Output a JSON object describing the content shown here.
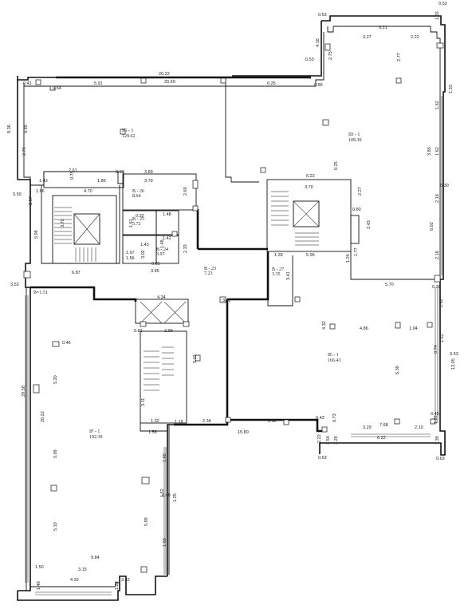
{
  "rooms": {
    "ig": {
      "code": "IG - 1",
      "area": "129.62"
    },
    "id": {
      "code": "ID - 1",
      "area": "109.30"
    },
    "ie": {
      "code": "IE - 1",
      "area": "166.43"
    },
    "if": {
      "code": "IF - 1",
      "area": "192.30"
    },
    "r26": {
      "code": "B - 26",
      "area": "8.64"
    },
    "r25": {
      "code": "B - 25",
      "area": "5.72"
    },
    "r24": {
      "code": "B - 24",
      "area": "3.97"
    },
    "r23": {
      "code": "B - 23",
      "area": "7.23"
    },
    "r27": {
      "code": "B - 27",
      "area": "3.35"
    },
    "small": {
      "code": "B=1.51"
    }
  },
  "dimensions": {
    "d_063_top": "0.63",
    "d_133_top": "1.33",
    "d_052": "0.52",
    "d_327": "3.27",
    "d_021": "0.21",
    "d_222": "2.22",
    "d_416": "4.16",
    "d_275": "2.75",
    "d_277": "2.77",
    "d_053a": "0.53",
    "d_2022": "20.22",
    "d_041": "0.41",
    "d_064": "0.64",
    "d_591": "5.91",
    "d_2069": "20.69",
    "d_625": "6.25",
    "d_086": "0.86",
    "d_133_right": "1.33",
    "d_836": "8.36",
    "d_089": "0.89",
    "d_279": "2.79",
    "d_162a": "1.62",
    "d_385": "3.85",
    "d_162b": "1.62",
    "d_261": "2.61",
    "d_063b": "0.63",
    "d_389": "3.89",
    "d_143a": "1.43",
    "d_075": "0.75",
    "d_186": "1.86",
    "d_379": "3.79",
    "d_622": "6.22",
    "d_025": "0.25",
    "d_370a": "3.70",
    "d_227": "2.27",
    "d_166": "1.66",
    "d_470": "4.70",
    "d_269": "2.69",
    "d_059": "0.59",
    "d_207": "2.07",
    "d_370b": "3.70",
    "d_218a": "2.18",
    "d_030": "0.30",
    "d_080": "0.80",
    "d_243": "2.43",
    "d_032": "0.32",
    "d_148a": "1.48",
    "d_161": "1.61",
    "d_143b": "1.43",
    "d_142": "1.42",
    "d_148b": "1.48",
    "d_197": "1.97",
    "d_156": "1.56",
    "d_233": "2.33",
    "d_085": "0.85",
    "d_302": "3.02",
    "d_596": "5.96",
    "d_602": "6.02",
    "d_218b": "2.18",
    "d_139": "1.39",
    "d_595": "5.95",
    "d_124": "1.24",
    "d_177": "1.77",
    "d_687": "6.87",
    "d_385b": "3.85",
    "d_341": "3.41",
    "d_353": "3.53",
    "d_372": "3.72",
    "d_570": "5.70",
    "d_036": "0.36",
    "d_434": "4.34",
    "d_162c": "1.62",
    "d_081": "0.81",
    "d_299": "2.99",
    "d_432": "4.32",
    "d_486": "4.86",
    "d_194": "1.94",
    "d_074": "0.74",
    "d_162d": "1.62",
    "d_053b": "0.53",
    "d_1305": "13.05",
    "d_046": "0.46",
    "d_513": "5.13",
    "d_639": "6.39",
    "d_2958": "29.58",
    "d_520": "5.20",
    "d_2022b": "20.22",
    "d_311": "3.11",
    "d_043": "0.43",
    "d_073": "0.73",
    "d_768": "7.68",
    "d_045": "0.45",
    "d_122": "1.22",
    "d_132": "1.32",
    "d_118": "1.18",
    "d_234": "2.34",
    "d_1580": "15.80",
    "d_662": "6.62",
    "d_329": "3.29",
    "d_210": "2.10",
    "d_222b": "2.22",
    "d_622b": "6.22",
    "d_156b": "1.56",
    "d_154": "1.54",
    "d_129": "1.29",
    "d_139b": "1.39",
    "d_063c": "0.63",
    "d_063d": "0.63",
    "d_509": "5.09",
    "d_160a": "1.60",
    "d_152": "1.52",
    "d_125": "1.25",
    "d_599": "5.99",
    "d_510": "5.10",
    "d_160b": "1.60",
    "d_984": "9.84",
    "d_150": "1.50",
    "d_315": "3.15",
    "d_148c": "1.48",
    "d_432b": "4.32",
    "d_128": "1.28",
    "d_332": "3.32",
    "d_040": "0.40"
  }
}
